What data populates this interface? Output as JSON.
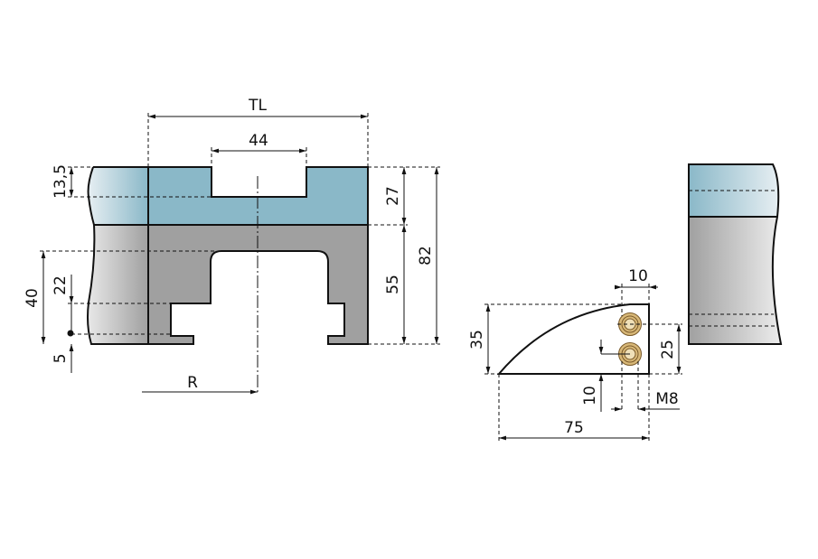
{
  "colors": {
    "blue": "#8ab8c8",
    "gray": "#a0a0a0",
    "brass": "#d8b878"
  },
  "dimensions": {
    "tl": "TL",
    "d44": "44",
    "d13_5": "13,5",
    "d27": "27",
    "d82": "82",
    "d55": "55",
    "d40": "40",
    "d22": "22",
    "d5": "5",
    "r": "R",
    "d10_top": "10",
    "d35": "35",
    "d25": "25",
    "d10_side": "10",
    "m8": "M8",
    "d75": "75"
  }
}
